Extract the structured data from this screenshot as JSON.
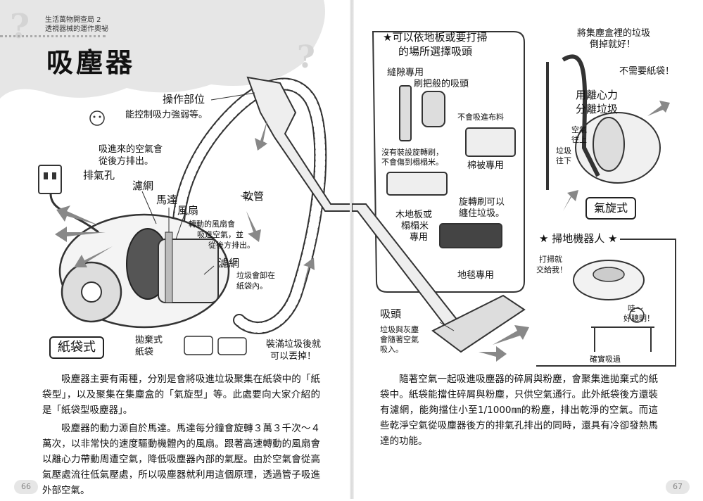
{
  "left_page": {
    "series_line1": "生活萬物開查局 2",
    "series_line2": "透視器械的運作奧祕",
    "question_mark": "?",
    "title": "吸塵器",
    "labels": {
      "control": "操作部位",
      "control_desc": "能控制吸力強弱等。",
      "air_out_1": "吸進來的空氣會",
      "air_out_2": "從後方排出。",
      "exhaust": "排氣孔",
      "filter_top": "濾網",
      "motor": "馬達",
      "fan": "風扇",
      "fan_desc_1": "轉動的風扇會",
      "fan_desc_2": "吸進空氣，並",
      "fan_desc_3": "從後方排出。",
      "hose": "軟管",
      "filter_bottom": "濾網",
      "dust_desc_1": "垃圾會卸在",
      "dust_desc_2": "紙袋內。",
      "paper_type": "紙袋式",
      "disposable_1": "拋棄式",
      "disposable_2": "紙袋",
      "full_1": "裝滿垃圾後就",
      "full_2": "可以丟掉！"
    },
    "body": [
      "吸塵器主要有兩種，分別是會將吸進垃圾聚集在紙袋中的「紙袋型」，以及聚集在集塵盒的「氣旋型」等。此處要向大家介紹的是「紙袋型吸塵器」。",
      "吸塵器的動力源自於馬達。馬達每分鐘會旋轉３萬３千次～４萬次，以非常快的速度驅動機體內的風扇。跟著高速轉動的風扇會以離心力帶動周遭空氣，降低吸塵器內部的氣壓。由於空氣會從高氣壓處流往低氣壓處，所以吸塵器就利用這個原理，透過管子吸進外部空氣。"
    ],
    "page_number": "66"
  },
  "right_page": {
    "labels": {
      "nozzle_heading_1": "★可以依地板或要打掃",
      "nozzle_heading_2": "的場所選擇吸頭",
      "gap": "縫隙專用",
      "brush": "刷把般的吸頭",
      "no_suck": "不會吸進布料",
      "no_rotate_1": "沒有裝設旋轉刷，",
      "no_rotate_2": "不會傷到榻榻米。",
      "bedding": "棉被專用",
      "wood_1": "木地板或",
      "wood_2": "榻榻米",
      "wood_3": "專用",
      "rotate_1": "旋轉刷可以",
      "rotate_2": "纏住垃圾。",
      "carpet": "地毯專用",
      "nozzle": "吸頭",
      "nozzle_desc_1": "垃圾與灰塵",
      "nozzle_desc_2": "會隨著空氣",
      "nozzle_desc_3": "吸入。",
      "dump_1": "將集塵盒裡的垃圾",
      "dump_2": "倒掉就好！",
      "no_bag": "不需要紙袋！",
      "centrifugal_1": "用離心力",
      "centrifugal_2": "分離垃圾",
      "air_up_1": "空氣",
      "air_up_2": "往上",
      "dust_down_1": "垃圾",
      "dust_down_2": "往下",
      "cyclone_type": "氣旋式",
      "robot_heading": "★ 掃地機器人 ★",
      "robot_speech_1": "打掃就",
      "robot_speech_2": "交給我！",
      "wow_1": "哇～",
      "wow_2": "好聰明！",
      "robot_floor": "確實吸過"
    },
    "body": [
      "隨著空氣一起吸進吸塵器的碎屑與粉塵，會聚集進拋棄式的紙袋中。紙袋能擋住碎屑與粉塵，只供空氣通行。此外紙袋後方還裝有濾網，能夠擋住小至1/1000㎜的粉塵，排出乾淨的空氣。而這些乾淨空氣從吸塵器後方的排氣孔排出的同時，還具有冷卻發熱馬達的功能。"
    ],
    "page_number": "67"
  }
}
